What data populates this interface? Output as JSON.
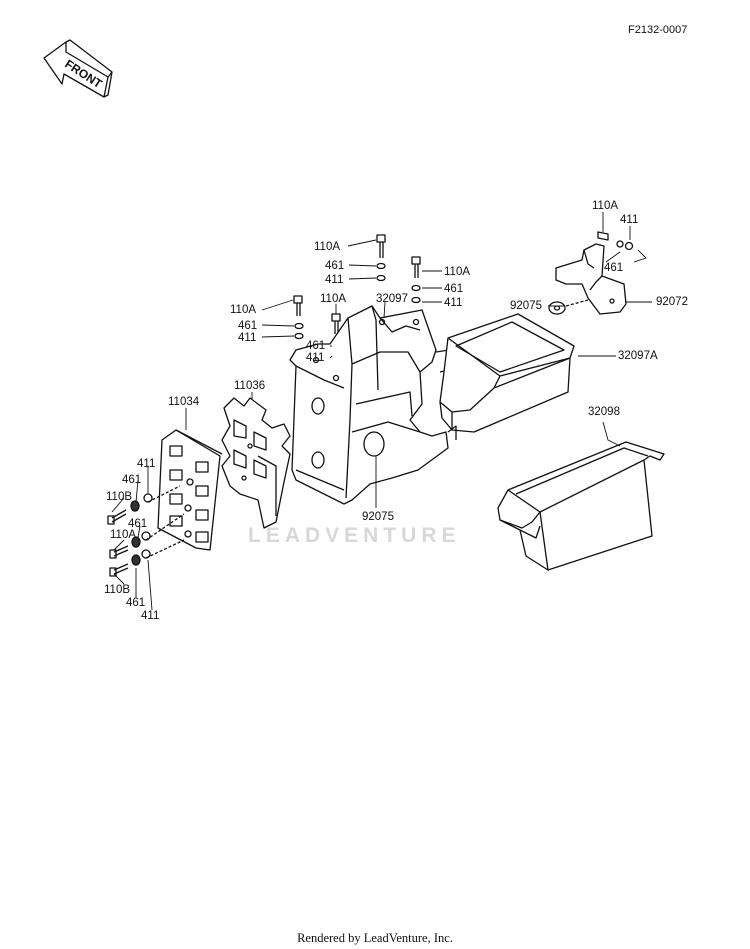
{
  "diagram_code": "F2132-0007",
  "direction_badge": "FRONT",
  "watermark": "LEADVENTURE",
  "footer": "Rendered by LeadVenture, Inc.",
  "labels": {
    "l110a_1": "110A",
    "l411_1": "411",
    "l461_1": "461",
    "l92075_1": "92075",
    "l92072": "92072",
    "l110a_2": "110A",
    "l461_2": "461",
    "l411_2": "411",
    "l110a_3": "110A",
    "l461_3": "461",
    "l411_3": "411",
    "l110a_4": "110A",
    "l32097": "32097",
    "l110a_5": "110A",
    "l461_5": "461",
    "l411_5": "411",
    "l461_6": "461",
    "l411_6": "411",
    "l32097a": "32097A",
    "l11036": "11036",
    "l11034": "11034",
    "l32098": "32098",
    "l411_7": "411",
    "l461_7": "461",
    "l110b_1": "110B",
    "l461_8": "461",
    "l110a_8": "110A",
    "l110b_2": "110B",
    "l461_9": "461",
    "l411_9": "411",
    "l92075_2": "92075"
  }
}
